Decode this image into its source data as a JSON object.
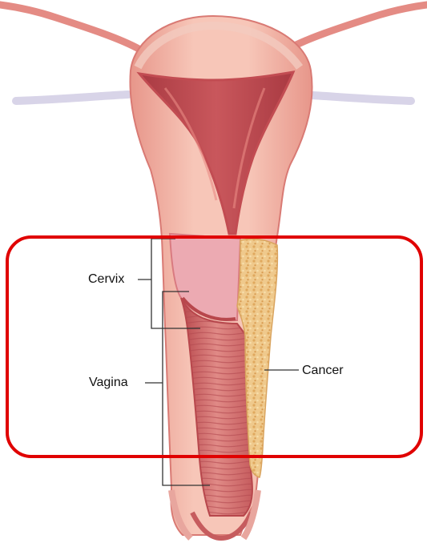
{
  "labels": {
    "cervix": "Cervix",
    "vagina": "Vagina",
    "cancer": "Cancer"
  },
  "colors": {
    "highlight_box": "#e00000",
    "tissue_outer": "#f2b3a4",
    "tissue_inner": "#c85a5e",
    "cavity": "#b8444a",
    "tumor": "#edc27a",
    "leader_lines": "#333333"
  }
}
